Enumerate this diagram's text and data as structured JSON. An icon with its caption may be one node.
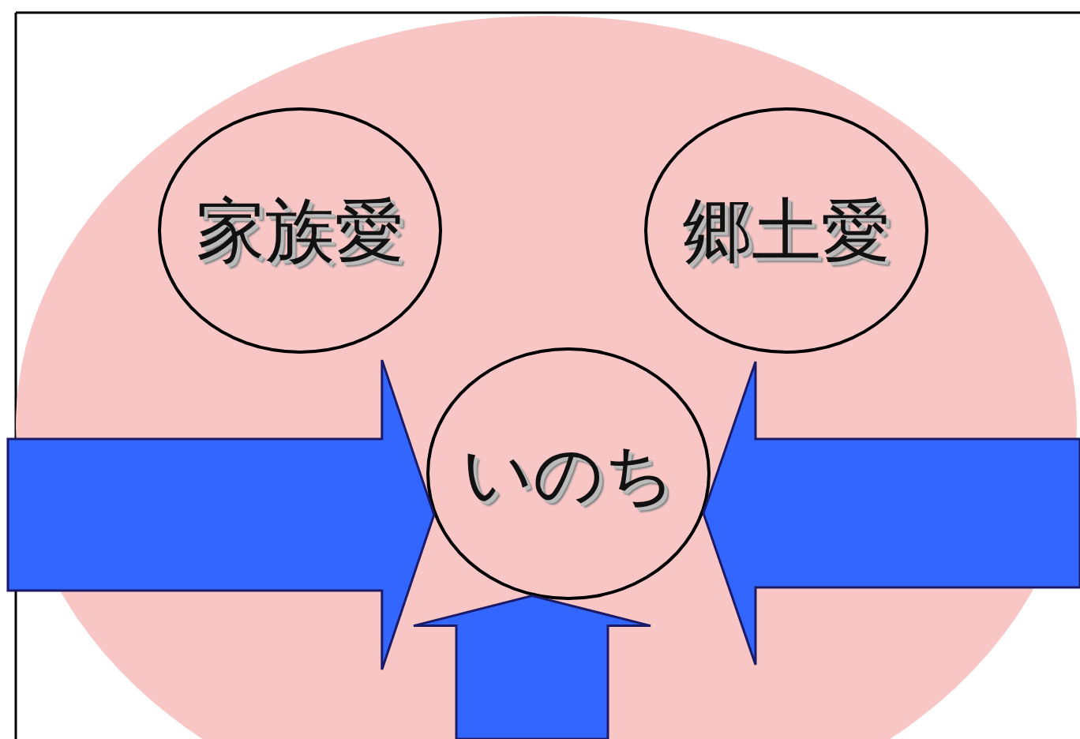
{
  "diagram": {
    "nodes": [
      {
        "text": [],
        "shape": "circle"
      },
      {
        "text": [
          "家族愛"
        ],
        "in": 0
      },
      {
        "text": [
          "郷土愛"
        ],
        "in": 0
      },
      {
        "text": [
          "いのち"
        ],
        "in": 0
      }
    ],
    "edges": [
      {
        "from": null,
        "to": 3,
        "arrow": "to"
      },
      {
        "from": null,
        "to": 3,
        "arrow": "to"
      },
      {
        "from": null,
        "to": 3,
        "arrow": "to"
      }
    ]
  }
}
